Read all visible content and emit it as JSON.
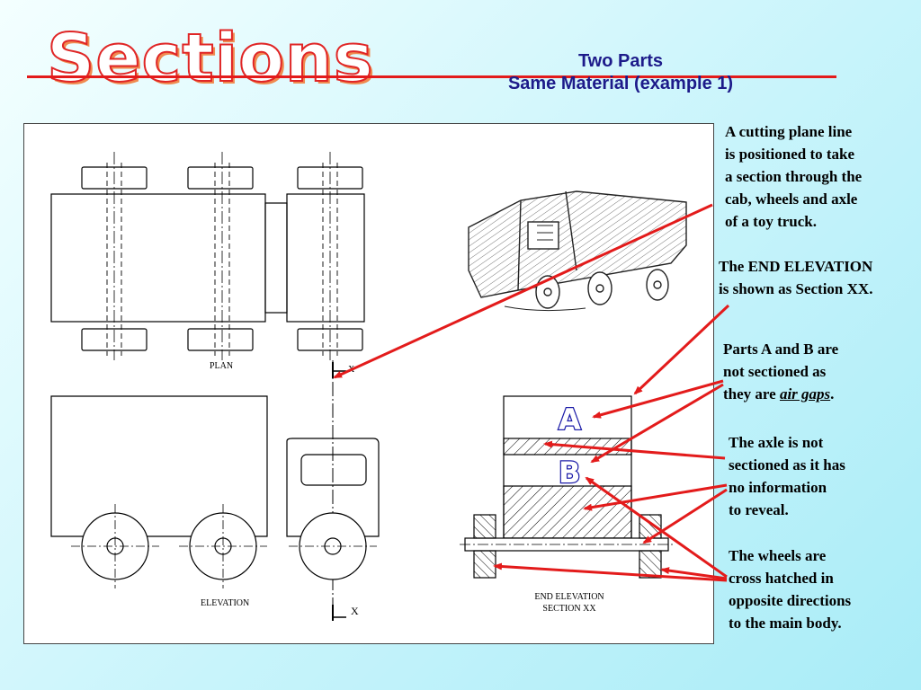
{
  "slide": {
    "title": "Sections",
    "subtitle_line1": "Two Parts",
    "subtitle_line2": "Same Material (example 1)"
  },
  "drawing": {
    "plan_label": "PLAN",
    "elevation_label": "ELEVATION",
    "end_elevation_label_line1": "END ELEVATION",
    "end_elevation_label_line2": "SECTION XX",
    "cutting_mark": "X",
    "part_a": "A",
    "part_b": "B"
  },
  "notes": {
    "cutting_plane": [
      "A cutting plane line",
      "is positioned to take",
      "a section through the",
      "cab, wheels and axle",
      "of a toy truck."
    ],
    "end_elevation": [
      "The END ELEVATION",
      "is shown as Section XX."
    ],
    "parts_line1": "Parts A and B are",
    "parts_line2": "not sectioned as",
    "parts_line3_prefix": "they are ",
    "parts_line3_emph": "air gaps",
    "parts_line3_suffix": ".",
    "axle": [
      "The axle is not",
      "sectioned as it has",
      "no information",
      "to reveal."
    ],
    "wheels": [
      "The wheels are",
      "cross hatched in",
      "opposite directions",
      "to the main body."
    ]
  },
  "colors": {
    "title_outline": "#e02626",
    "subtitle": "#1d1b8a",
    "arrow": "#e31b1b",
    "part_label_outline": "#1c1ca8"
  }
}
